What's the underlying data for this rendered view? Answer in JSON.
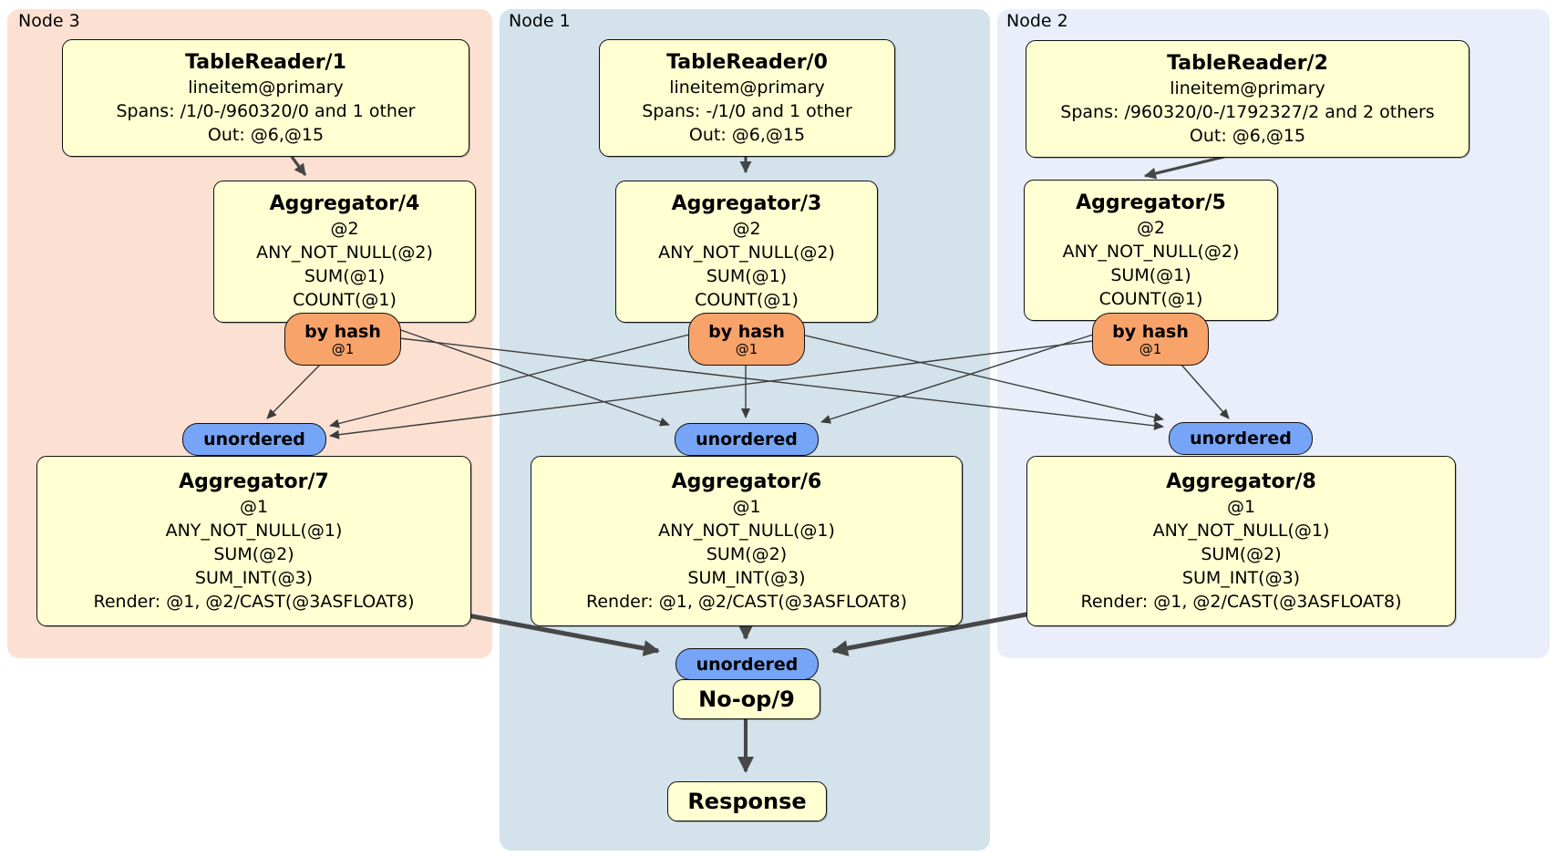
{
  "panels": {
    "node3": {
      "label": "Node 3"
    },
    "node1": {
      "label": "Node 1"
    },
    "node2": {
      "label": "Node 2"
    }
  },
  "router": {
    "label": "by hash",
    "detail": "@1"
  },
  "sync": {
    "label": "unordered"
  },
  "processors": {
    "tablereader1": {
      "title": "TableReader/1",
      "lines": [
        "lineitem@primary",
        "Spans: /1/0-/960320/0 and 1 other",
        "Out: @6,@15"
      ]
    },
    "tablereader0": {
      "title": "TableReader/0",
      "lines": [
        "lineitem@primary",
        "Spans: -/1/0 and 1 other",
        "Out: @6,@15"
      ]
    },
    "tablereader2": {
      "title": "TableReader/2",
      "lines": [
        "lineitem@primary",
        "Spans: /960320/0-/1792327/2 and 2 others",
        "Out: @6,@15"
      ]
    },
    "aggregator4": {
      "title": "Aggregator/4",
      "lines": [
        "@2",
        "ANY_NOT_NULL(@2)",
        "SUM(@1)",
        "COUNT(@1)"
      ]
    },
    "aggregator3": {
      "title": "Aggregator/3",
      "lines": [
        "@2",
        "ANY_NOT_NULL(@2)",
        "SUM(@1)",
        "COUNT(@1)"
      ]
    },
    "aggregator5": {
      "title": "Aggregator/5",
      "lines": [
        "@2",
        "ANY_NOT_NULL(@2)",
        "SUM(@1)",
        "COUNT(@1)"
      ]
    },
    "aggregator7": {
      "title": "Aggregator/7",
      "lines": [
        "@1",
        "ANY_NOT_NULL(@1)",
        "SUM(@2)",
        "SUM_INT(@3)",
        "Render: @1, @2/CAST(@3ASFLOAT8)"
      ]
    },
    "aggregator6": {
      "title": "Aggregator/6",
      "lines": [
        "@1",
        "ANY_NOT_NULL(@1)",
        "SUM(@2)",
        "SUM_INT(@3)",
        "Render: @1, @2/CAST(@3ASFLOAT8)"
      ]
    },
    "aggregator8": {
      "title": "Aggregator/8",
      "lines": [
        "@1",
        "ANY_NOT_NULL(@1)",
        "SUM(@2)",
        "SUM_INT(@3)",
        "Render: @1, @2/CAST(@3ASFLOAT8)"
      ]
    },
    "noop9": {
      "title": "No-op/9"
    },
    "response": {
      "title": "Response"
    }
  },
  "colors": {
    "node3_bg": "#fce1d2",
    "node1_bg": "#d3e2eb",
    "node2_bg": "#e9eefa",
    "box_bg": "#ffffd2",
    "router_bg": "#f7a36a",
    "sync_bg": "#76a4f6",
    "edge": "#3c3c3c"
  }
}
